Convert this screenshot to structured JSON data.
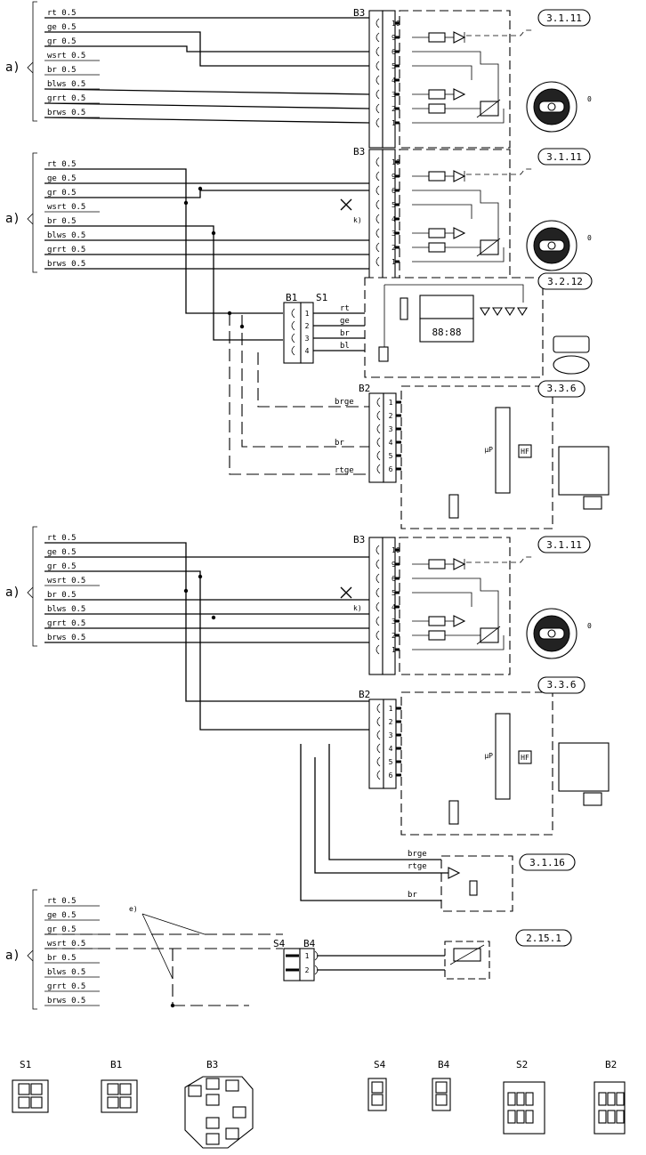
{
  "wire_labels": [
    "rt 0.5",
    "ge 0.5",
    "gr 0.5",
    "wsrt 0.5",
    "br 0.5",
    "blws 0.5",
    "grrt 0.5",
    "brws 0.5"
  ],
  "section_label": "a)",
  "components": {
    "b1": "B1",
    "b2": "B2",
    "b3": "B3",
    "b4": "B4",
    "s1": "S1",
    "s2": "S2",
    "s4": "S4"
  },
  "refs": [
    "3.1.11",
    "3.2.12",
    "3.3.6",
    "3.1.16",
    "2.15.1"
  ],
  "notes": {
    "k": "k)",
    "e": "e)"
  },
  "s1_wires": [
    "rt",
    "ge",
    "br",
    "bl"
  ],
  "b2_wires_a": [
    "brge",
    "br",
    "rtge"
  ],
  "b2_wires_b": [
    "brge",
    "rtge",
    "br"
  ],
  "display_text": "88:88",
  "up_label": "µP",
  "hf_label": "HF",
  "dial_zero": "0",
  "b3_pins": [
    "10",
    "9",
    "6",
    "5",
    "4",
    "3",
    "2",
    "1"
  ],
  "b2_pins": [
    "1",
    "2",
    "3",
    "4",
    "5",
    "6"
  ],
  "s1b1_pins": [
    "1",
    "2",
    "3",
    "4"
  ],
  "s4b4_pins": [
    "1",
    "2"
  ]
}
